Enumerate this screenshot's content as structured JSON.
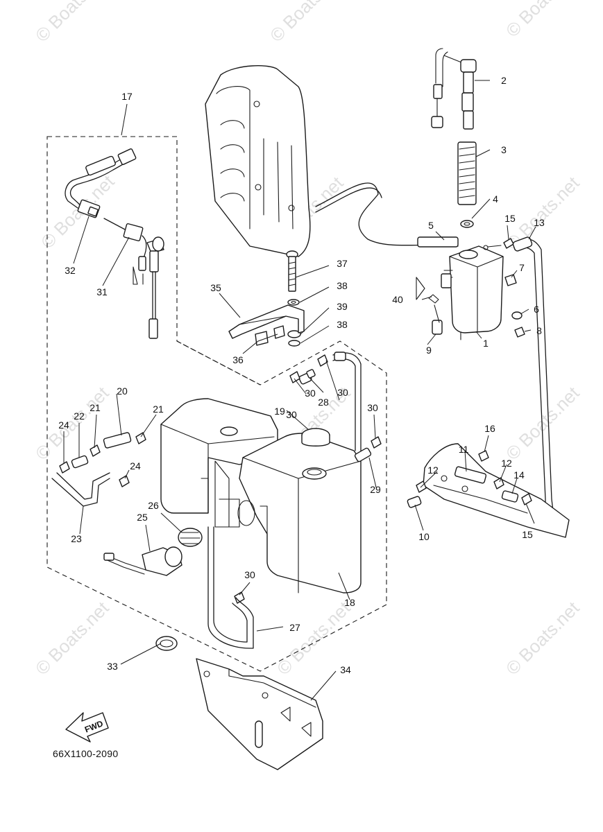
{
  "diagram_code": "66X1100-2090",
  "fwd_label": "FWD",
  "watermark": "© Boats.net",
  "callouts": {
    "c1": "1",
    "c2": "2",
    "c3": "3",
    "c4": "4",
    "c5": "5",
    "c6": "6",
    "c7": "7",
    "c8": "8",
    "c9": "9",
    "c10": "10",
    "c11": "11",
    "c12a": "12",
    "c12b": "12",
    "c13": "13",
    "c14": "14",
    "c15a": "15",
    "c15b": "15",
    "c16": "16",
    "c17": "17",
    "c18": "18",
    "c19": "19",
    "c20": "20",
    "c21a": "21",
    "c21b": "21",
    "c22": "22",
    "c23": "23",
    "c24a": "24",
    "c24b": "24",
    "c25": "25",
    "c26": "26",
    "c27": "27",
    "c28": "28",
    "c29": "29",
    "c30a": "30",
    "c30b": "30",
    "c30c": "30",
    "c30d": "30",
    "c30e": "30",
    "c31": "31",
    "c32": "32",
    "c33": "33",
    "c34": "34",
    "c35": "35",
    "c36": "36",
    "c37": "37",
    "c38a": "38",
    "c38b": "38",
    "c39": "39",
    "c40": "40"
  }
}
